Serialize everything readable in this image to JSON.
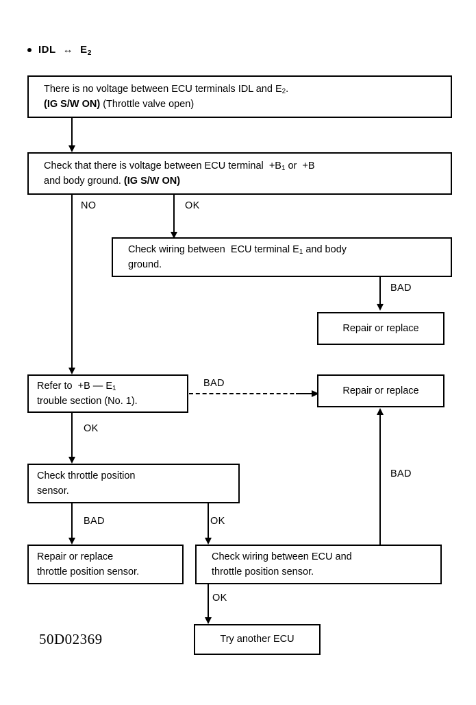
{
  "header": {
    "bullet": "•",
    "label": "IDL",
    "arrow": "↔",
    "label2_base": "E",
    "label2_sub": "2"
  },
  "figure_code": "50D02369",
  "boxes": {
    "symptom": {
      "line1_a": "There is no voltage between ECU terminals IDL and E",
      "line1_sub": "2",
      "line1_b": ".",
      "line2_bold": "(IG S/W ON)",
      "line2_rest": " (Throttle valve open)"
    },
    "check_voltage": {
      "line1_a": "Check that there is voltage between ECU terminal  +B",
      "line1_sub": "1",
      "line1_b": " or  +B",
      "line2_a": "and body ground. ",
      "line2_bold": "(IG S/W ON)"
    },
    "check_wiring_e1": {
      "line1_a": "Check wiring between  ECU terminal E",
      "line1_sub": "1",
      "line1_b": " and body",
      "line2": "ground."
    },
    "repair_replace_1": {
      "text": "Repair or replace"
    },
    "refer_to": {
      "line1_a": "Refer to  +B — E",
      "line1_sub": "1",
      "line2": "trouble section (No. 1)."
    },
    "repair_replace_2": {
      "text": "Repair or replace"
    },
    "check_tps": {
      "line1": "Check throttle position",
      "line2": "sensor."
    },
    "repair_tps": {
      "line1": "Repair or replace",
      "line2": "throttle position sensor."
    },
    "check_wiring_tps": {
      "line1": "Check wiring between ECU and",
      "line2": "throttle position sensor."
    },
    "try_ecu": {
      "text": "Try another ECU"
    }
  },
  "edges": {
    "no": "NO",
    "ok": "OK",
    "bad": "BAD",
    "bad_e1": "BAD",
    "bad_refer": "BAD",
    "ok_refer": "OK",
    "bad_tps": "BAD",
    "ok_tps": "OK",
    "bad_wiring": "BAD",
    "ok_wiring": "OK"
  },
  "colors": {
    "ink": "#000000",
    "paper": "#ffffff"
  }
}
